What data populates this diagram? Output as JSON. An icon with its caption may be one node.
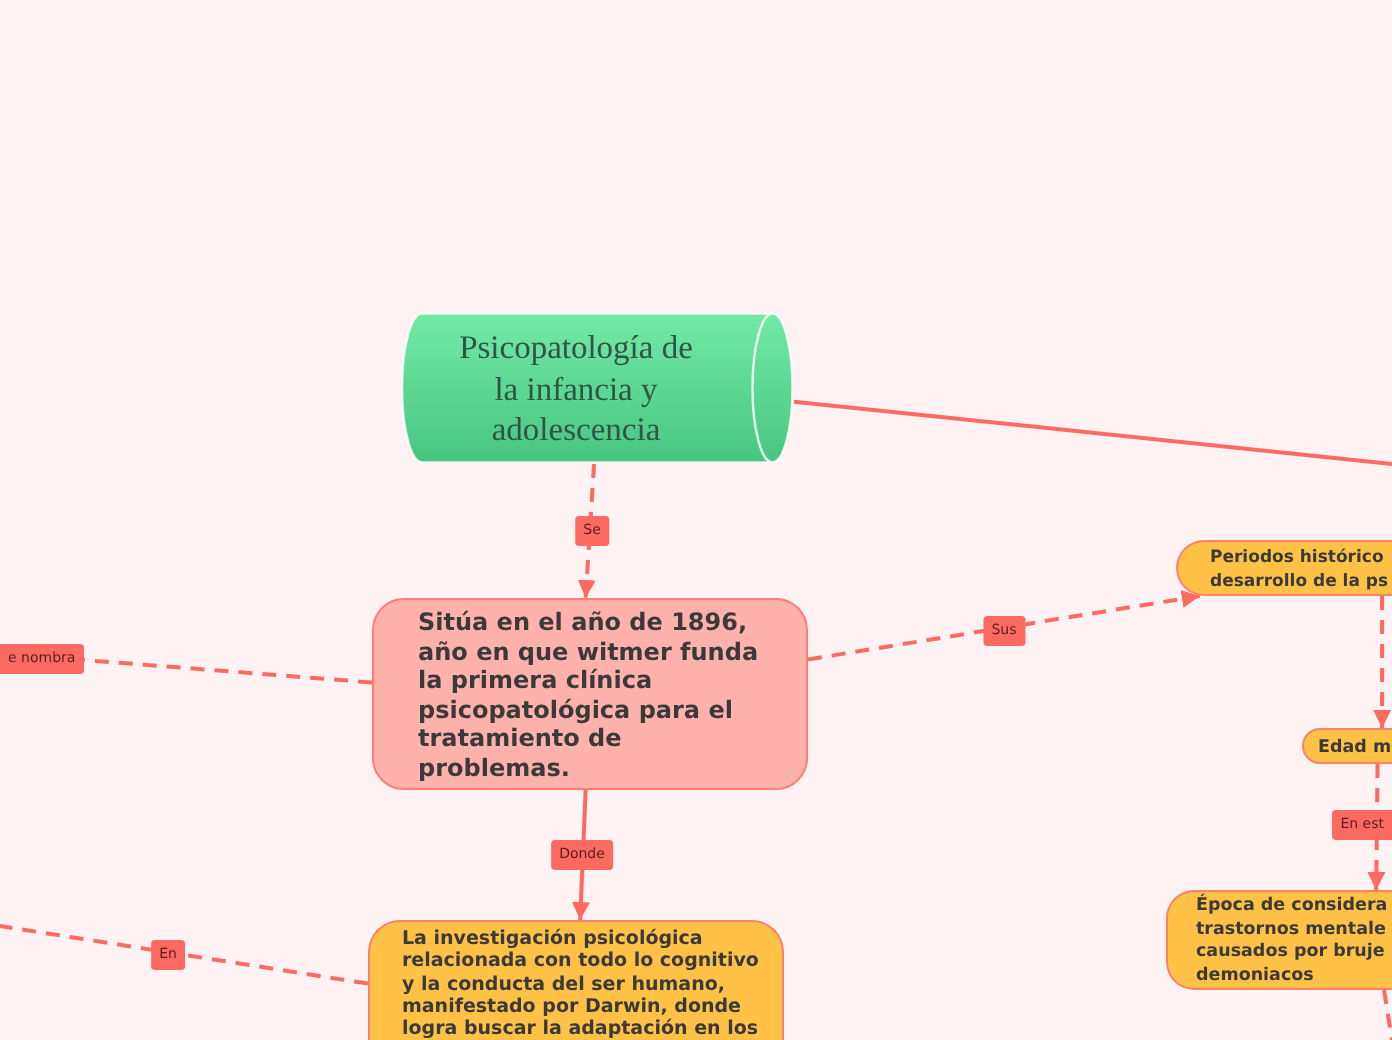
{
  "diagram": {
    "nodes": [
      {
        "text": [
          "Psicopatología de la infancia y adolescencia"
        ]
      },
      {
        "text": [
          "Sitúa en el año de 1896, año en que witmer funda la primera clínica psicopatológica para el tratamiento de problemas."
        ]
      },
      {
        "text": [
          "La investigación psicológica relacionada con todo lo cognitivo y la conducta del ser humano, manifestado por Darwin, donde logra buscar la adaptación en los"
        ]
      },
      {
        "text": [
          "Periodos histórico desarrollo de la ps"
        ]
      },
      {
        "text": [
          "Edad m"
        ]
      },
      {
        "text": [
          "Época de considera trastornos mentale causados por bruje demoniacos"
        ]
      }
    ],
    "edges": [
      {
        "from": 0,
        "to": 1,
        "arrow": "to",
        "label": "Se",
        "style": "dashed"
      },
      {
        "from": 1,
        "to": 3,
        "arrow": "to",
        "label": "Sus",
        "style": "dashed"
      },
      {
        "from": 1,
        "to": 2,
        "arrow": "to",
        "label": "Donde"
      },
      {
        "from": 1,
        "to": null,
        "arrow": "none",
        "label": "e nombra",
        "style": "dashed"
      },
      {
        "from": 2,
        "to": null,
        "arrow": "none",
        "label": "En",
        "style": "dashed"
      },
      {
        "from": 0,
        "to": null,
        "arrow": "none"
      },
      {
        "from": 3,
        "to": 4,
        "arrow": "to",
        "style": "dashed"
      },
      {
        "from": 4,
        "to": 5,
        "arrow": "to",
        "label": "En est",
        "style": "dashed"
      },
      {
        "from": 5,
        "to": null,
        "arrow": "none",
        "style": "dashed"
      }
    ]
  }
}
